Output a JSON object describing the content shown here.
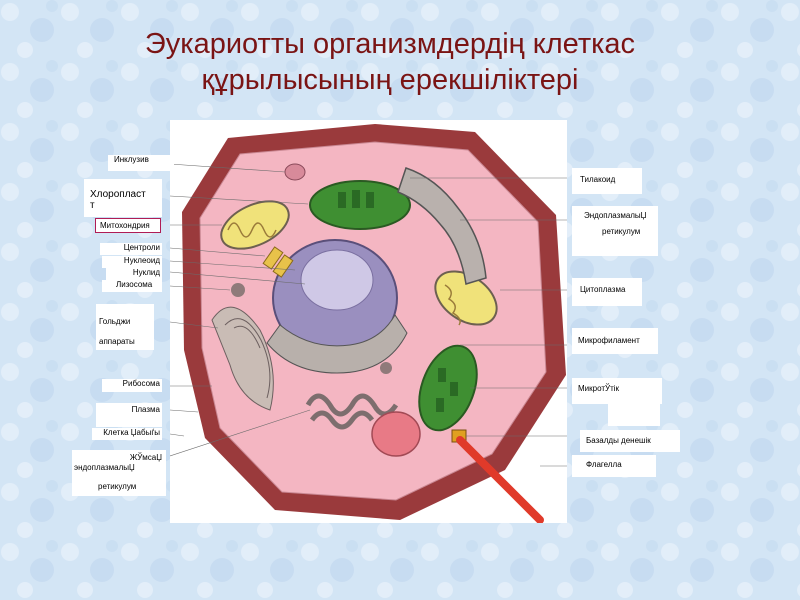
{
  "title": {
    "line1": "Эукариотты организмдердің клеткас",
    "line2": "құрылысының ерекшіліктері"
  },
  "labels_left": {
    "inclusion": "Инклузив",
    "chloroplast_a": "Хлоропласт",
    "chloroplast_b": "т",
    "mitochondria": "Митохондрия",
    "centriole": "Центроли",
    "nucleoid": "Нуклеоид",
    "nucleolus": "Нуклид",
    "lysosome": "Лизосома",
    "golgi_a": "Гольджи",
    "golgi_b": "аппараты",
    "ribosome": "Рибосома",
    "plasma": "Плазма",
    "cell_wall": "Клетка Џабыѓы",
    "smooth_er_a": "ЖЎмсаЏ",
    "smooth_er_b": "эндоплазмалыЏ",
    "smooth_er_c": "ретикулум"
  },
  "labels_right": {
    "thylakoid": "Тилакоид",
    "er_a": "ЭндоплазмалыЏ",
    "er_b": "ретикулум",
    "cytoplasm": "Цитоплазма",
    "microfilament": "Микрофиламент",
    "microtubule": "МикротЎтік",
    "basal_body": "Базалды денешік",
    "flagellum": "Флагелла"
  },
  "colors": {
    "title": "#7a1414",
    "cell_wall": "#9a3a3c",
    "cytoplasm": "#f4b6c2",
    "chloroplast": "#3f8f32",
    "mitochondria": "#f0e27a",
    "nucleus": "#9a8fbf",
    "flagellum": "#e03a2a",
    "highlight": "#b01c55"
  }
}
